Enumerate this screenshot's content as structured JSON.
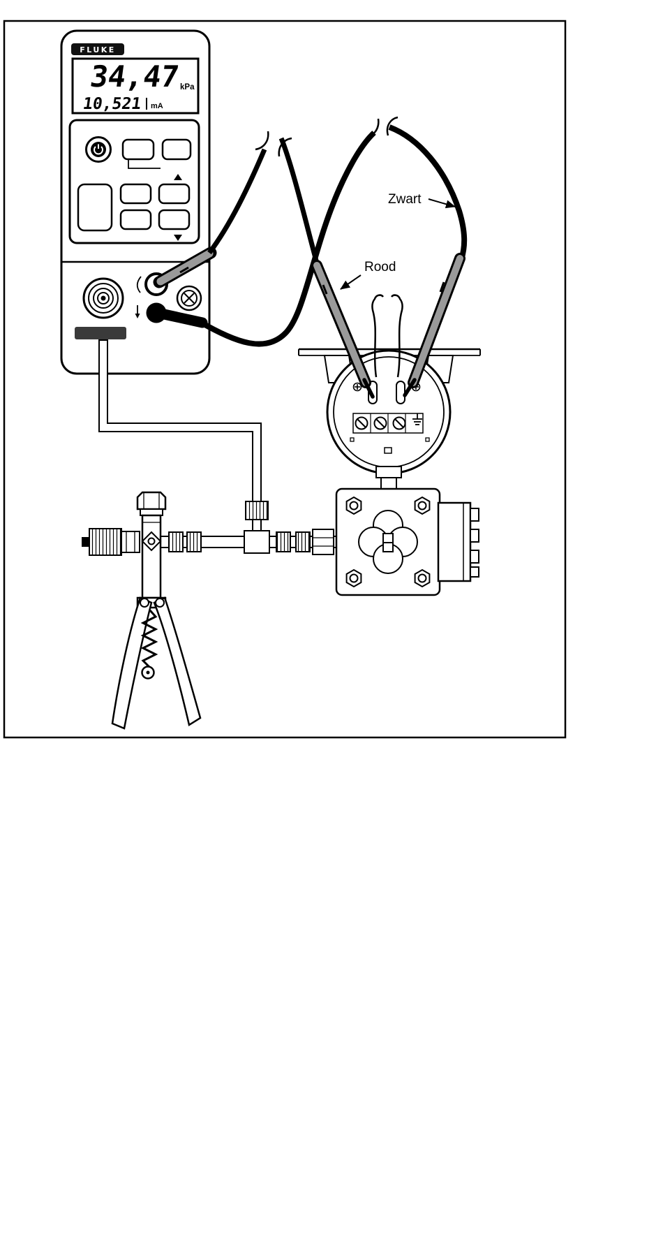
{
  "figure": {
    "calibrator": {
      "brand": "FLUKE",
      "display": {
        "primary_value": "34,47",
        "primary_unit": "kPa",
        "secondary_value": "10,521",
        "secondary_unit": "mA"
      }
    },
    "annotations": {
      "black_lead_label": "Zwart",
      "red_lead_label": "Rood"
    },
    "colors": {
      "ink": "#000000",
      "lead_sleeve": "#9a9a9a",
      "panel_dark": "#3a3a3a",
      "background": "#ffffff"
    }
  }
}
